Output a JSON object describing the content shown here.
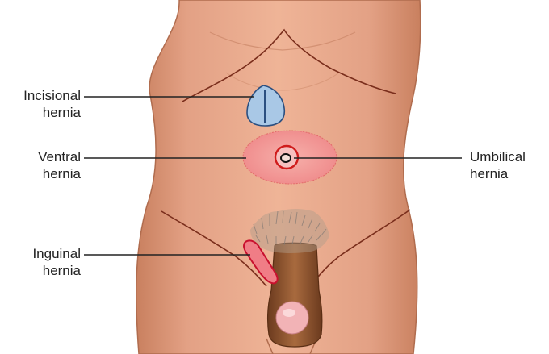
{
  "labels": {
    "incisional": {
      "line1": "Incisional",
      "line2": "hernia"
    },
    "ventral": {
      "line1": "Ventral",
      "line2": "hernia"
    },
    "umbilical": {
      "line1": "Umbilical",
      "line2": "hernia"
    },
    "inguinal": {
      "line1": "Inguinal",
      "line2": "hernia"
    }
  },
  "colors": {
    "skin": "#e8a98a",
    "skin_shadow": "#c97e5f",
    "outline": "#7a2e1c",
    "incisional_fill": "#a9c8e6",
    "incisional_stroke": "#2b4f80",
    "ventral_fill": "#f19a9a",
    "ventral_stroke": "#e26a6a",
    "umbilical_ring": "#d01c1c",
    "inguinal_fill": "#f07d86",
    "inguinal_stroke": "#c8102e",
    "hair": "#8c8078",
    "leader_line": "#222222"
  }
}
